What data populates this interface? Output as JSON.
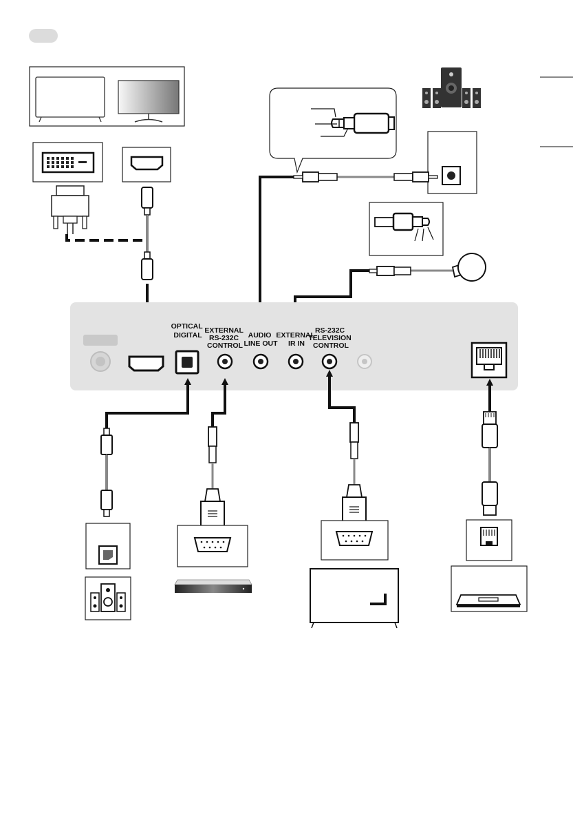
{
  "ports": {
    "optical_digital": [
      "OPTICAL",
      "DIGITAL"
    ],
    "external_rs232c_control": [
      "EXTERNAL",
      "RS-232C",
      "CONTROL"
    ],
    "audio_line_out": [
      "AUDIO",
      "LINE OUT"
    ],
    "external_ir_in": [
      "EXTERNAL",
      "IR IN"
    ],
    "rs232c_television_control": [
      "RS-232C",
      "TELEVISION",
      "CONTROL"
    ]
  },
  "page_number": "",
  "colors": {
    "panel": "#e3e3e3",
    "cable": "#111111",
    "cable_gray": "#8a8a8a",
    "accent": "#c9c9c9"
  },
  "icons": [
    "tv-icon",
    "monitor-icon",
    "dvi-port-icon",
    "hdmi-port-icon",
    "speaker-system-icon",
    "optical-port-icon",
    "ir-receiver-icon",
    "router-icon",
    "rj45-port-icon",
    "db9-port-icon",
    "set-top-box-icon",
    "stereo-jack-icon"
  ]
}
